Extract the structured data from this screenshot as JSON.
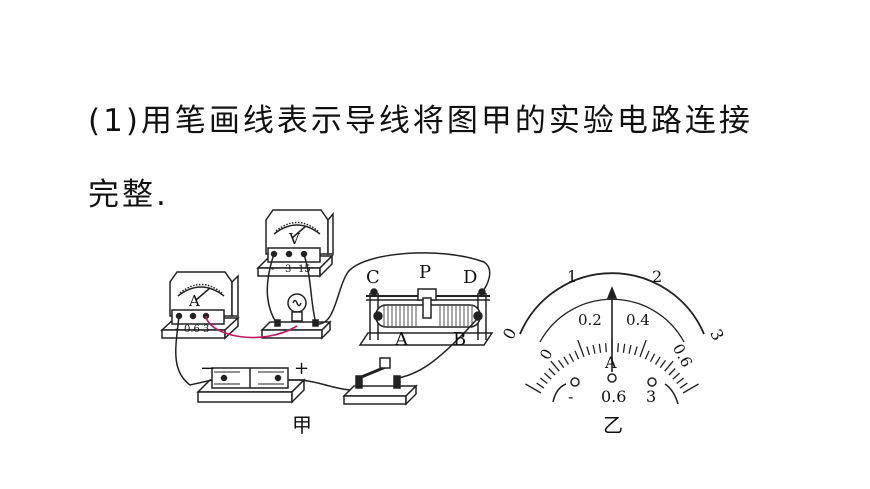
{
  "question": {
    "line1": "(1)用笔画线表示导线将图甲的实验电路连接",
    "line2": "完整."
  },
  "figure_jia": {
    "caption": "甲",
    "ammeter": {
      "symbol": "A",
      "terminals": [
        "-",
        "0.6",
        "3"
      ]
    },
    "voltmeter": {
      "symbol": "V",
      "terminals": [
        "-",
        "3",
        "15"
      ]
    },
    "rheostat": {
      "labels": [
        "C",
        "P",
        "D",
        "A",
        "B"
      ]
    },
    "battery": {
      "minus": "−",
      "plus": "+"
    }
  },
  "figure_yi": {
    "caption": "乙",
    "meter_symbol": "A",
    "outer_scale": [
      "0",
      "1",
      "2",
      "3"
    ],
    "inner_scale": [
      "0",
      "0.2",
      "0.4",
      "0.6"
    ],
    "terminals": [
      "-",
      "0.6",
      "3"
    ]
  }
}
